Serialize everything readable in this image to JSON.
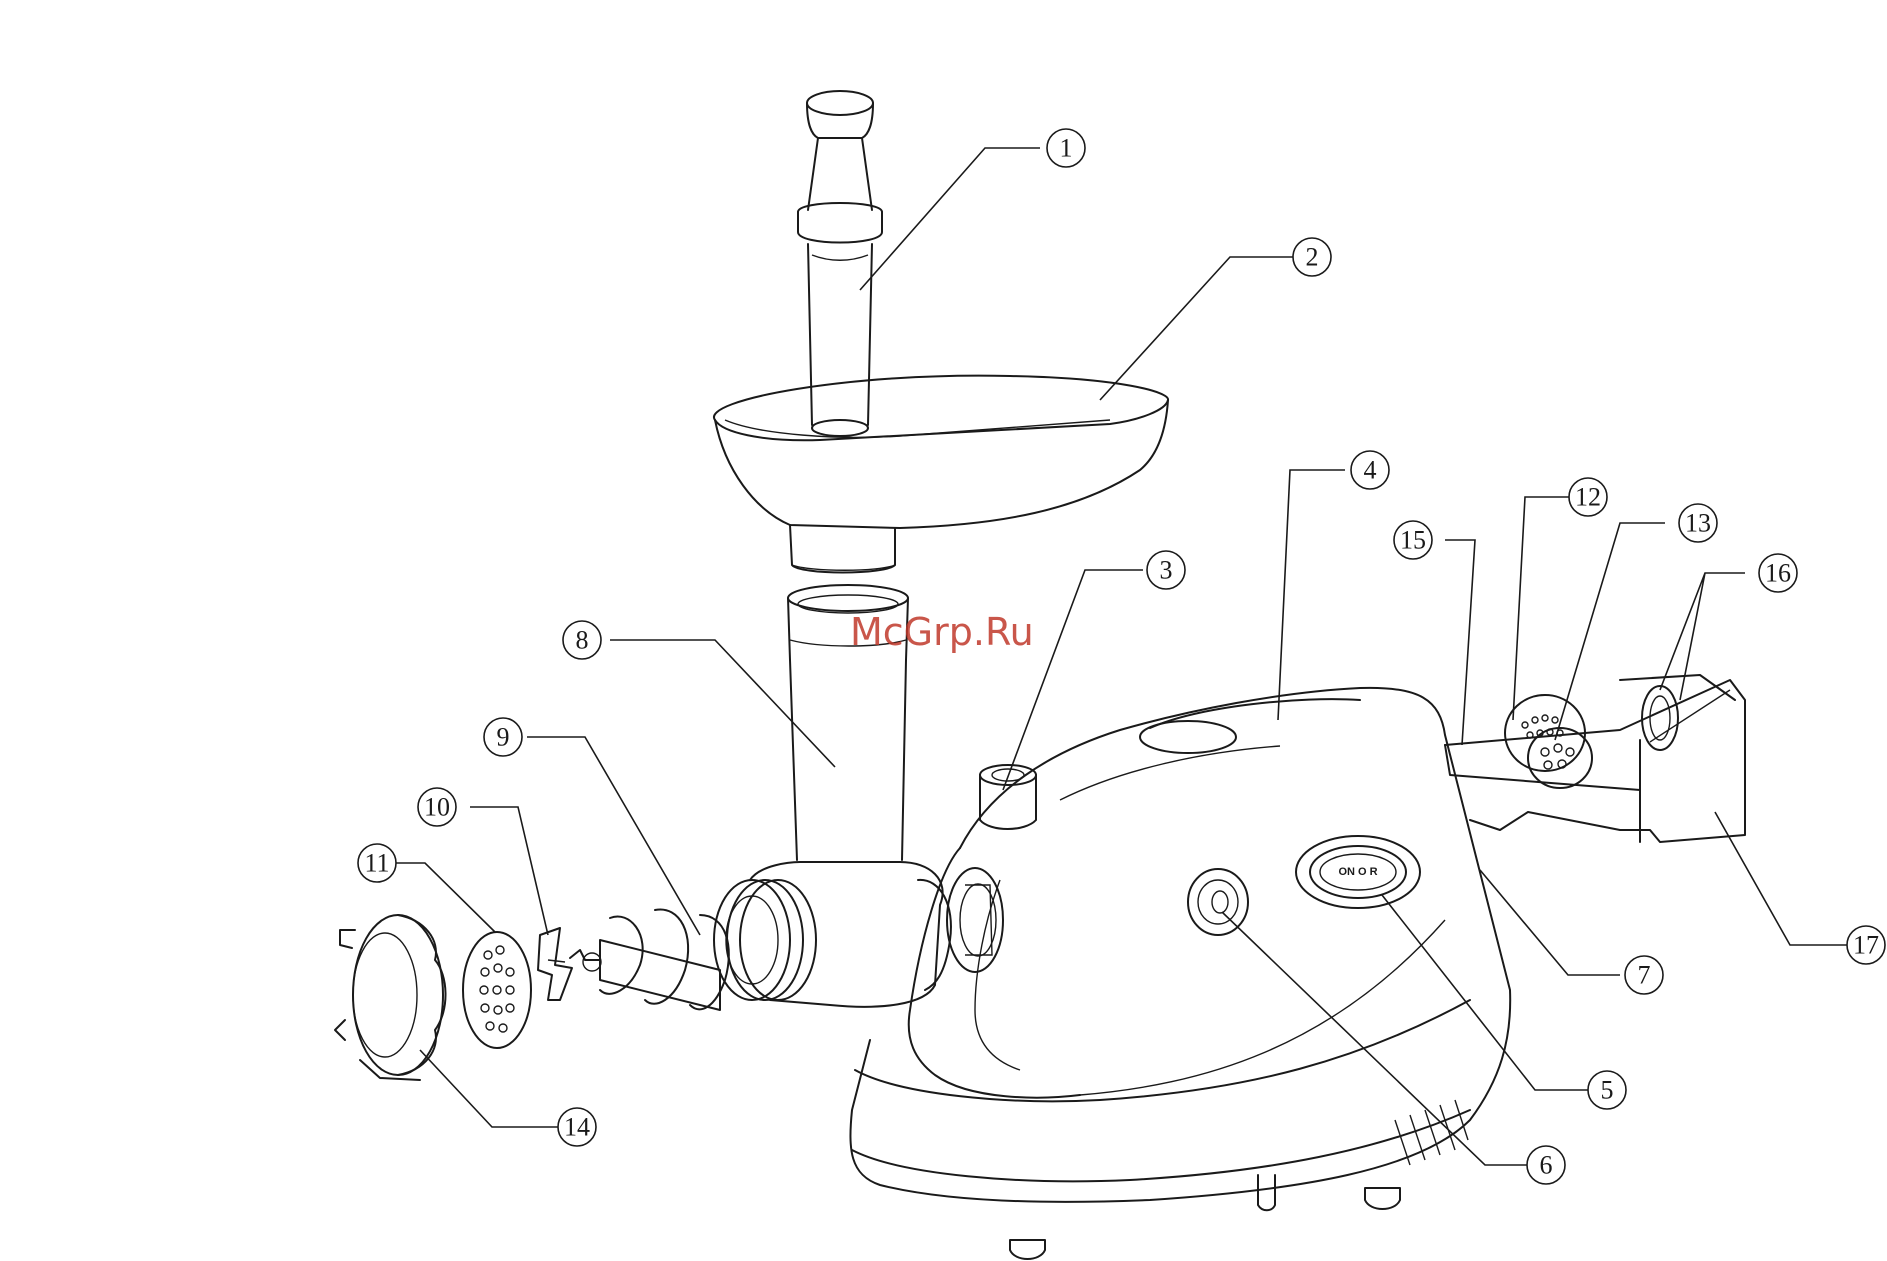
{
  "watermark": "McGrp.Ru",
  "switch_label": "ON O R",
  "callouts": [
    {
      "id": "1",
      "label": "1"
    },
    {
      "id": "2",
      "label": "2"
    },
    {
      "id": "3",
      "label": "3"
    },
    {
      "id": "4",
      "label": "4"
    },
    {
      "id": "5",
      "label": "5"
    },
    {
      "id": "6",
      "label": "6"
    },
    {
      "id": "7",
      "label": "7"
    },
    {
      "id": "8",
      "label": "8"
    },
    {
      "id": "9",
      "label": "9"
    },
    {
      "id": "10",
      "label": "10"
    },
    {
      "id": "11",
      "label": "11"
    },
    {
      "id": "12",
      "label": "12"
    },
    {
      "id": "13",
      "label": "13"
    },
    {
      "id": "14",
      "label": "14"
    },
    {
      "id": "15",
      "label": "15"
    },
    {
      "id": "16",
      "label": "16"
    },
    {
      "id": "17",
      "label": "17"
    }
  ]
}
